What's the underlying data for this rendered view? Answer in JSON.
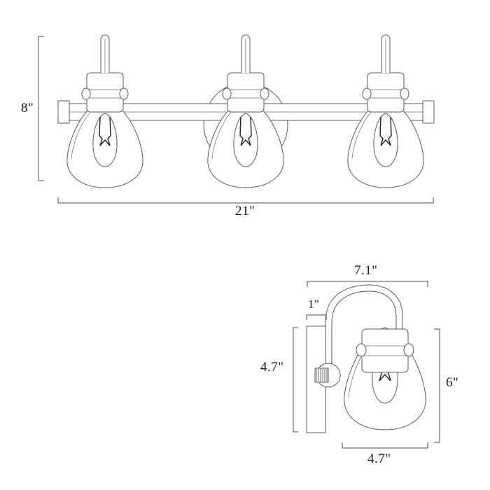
{
  "document": {
    "type": "product-dimension-drawing",
    "product": "3-light bath vanity bar with teardrop glass shades",
    "background_color": "#ffffff",
    "line_color": "#5a5a5a",
    "text_color": "#1a1a1a"
  },
  "views": [
    {
      "id": "front-view",
      "name": "front-elevation-three-light",
      "lights": 3
    },
    {
      "id": "side-view",
      "name": "side-elevation-single-light",
      "lights": 1
    }
  ],
  "dimensions": {
    "front_height": "8\"",
    "front_width": "21\"",
    "side_projection": "7.1\"",
    "backplate_depth": "1\"",
    "backplate_height": "4.7\"",
    "shade_width": "4.7\"",
    "fixture_height": "6\""
  },
  "labels": {
    "height_8": "8\"",
    "width_21": "21\"",
    "projection_71": "7.1\"",
    "depth_1": "1\"",
    "backplate_47": "4.7\"",
    "shade_47": "4.7\"",
    "height_6": "6\""
  }
}
